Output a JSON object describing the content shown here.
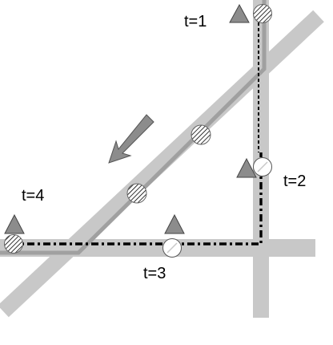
{
  "labels": {
    "t1": "t=1",
    "t2": "t=2",
    "t3": "t=3",
    "t4": "t=4"
  },
  "colors": {
    "road": "#c8c8c8",
    "path": "#a0a0a0",
    "marker": "#8c8c8c",
    "dashed_route": "#000000",
    "background": "#ffffff"
  }
}
